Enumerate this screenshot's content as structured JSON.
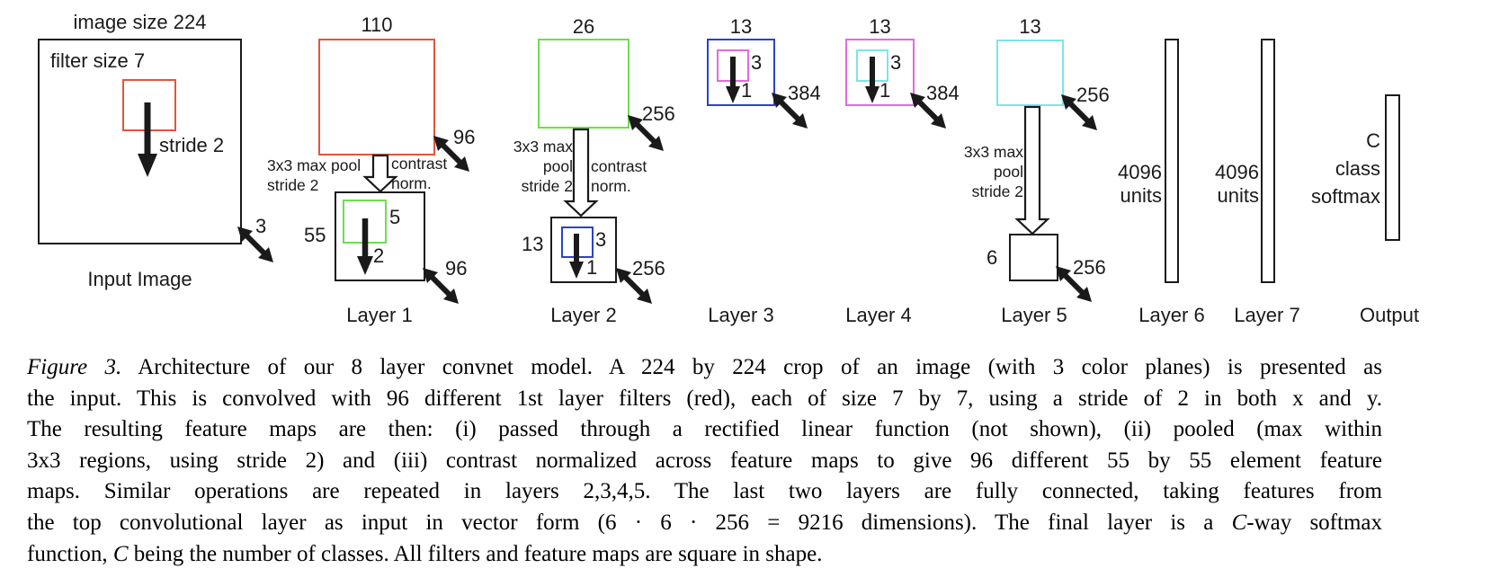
{
  "figure": {
    "input": {
      "size_label": "image size 224",
      "filter_label": "filter size 7",
      "stride_label": "stride 2",
      "depth": "3",
      "name": "Input Image"
    },
    "layer1": {
      "conv_size": "110",
      "conv_depth": "96",
      "pool_note_line1": "3x3 max pool",
      "pool_note_line2": "stride 2",
      "norm_note_line1": "contrast",
      "norm_note_line2": "norm.",
      "pool_size": "55",
      "filter_size": "5",
      "stride": "2",
      "pool_depth": "96",
      "label": "Layer 1"
    },
    "layer2": {
      "conv_size": "26",
      "conv_depth": "256",
      "pool_note_line1": "3x3 max",
      "pool_note_line2": "pool",
      "pool_note_line3": "stride 2",
      "norm_note_line1": "contrast",
      "norm_note_line2": "norm.",
      "pool_size": "13",
      "filter_size": "3",
      "stride": "1",
      "pool_depth": "256",
      "label": "Layer 2"
    },
    "layer3": {
      "size": "13",
      "filter_size": "3",
      "stride": "1",
      "depth": "384",
      "label": "Layer 3"
    },
    "layer4": {
      "size": "13",
      "filter_size": "3",
      "stride": "1",
      "depth": "384",
      "label": "Layer 4"
    },
    "layer5": {
      "conv_size": "13",
      "conv_depth": "256",
      "pool_note_line1": "3x3 max",
      "pool_note_line2": "pool",
      "pool_note_line3": "stride 2",
      "pool_size": "6",
      "pool_depth": "256",
      "label": "Layer 5"
    },
    "layer6": {
      "units_line1": "4096",
      "units_line2": "units",
      "label": "Layer 6"
    },
    "layer7": {
      "units_line1": "4096",
      "units_line2": "units",
      "label": "Layer 7"
    },
    "output": {
      "line1": "C",
      "line2": "class",
      "line3": "softmax",
      "label": "Output"
    },
    "colors": {
      "layer1_filter_red": "#e2553a",
      "layer2_filter_green": "#6edd4f",
      "layer3_filter_blue": "#2b43c8",
      "layer4_filter_magenta": "#e26ae2",
      "layer5_filter_cyan": "#7de4ec",
      "line_black": "#1a1a1a"
    }
  },
  "caption": {
    "l1a": "Figure 3.",
    "l1b": " Architecture of our 8 layer convnet model. A 224 by 224 crop of an image (with 3 color planes) is presented as",
    "l2": "the input. This is convolved with 96 different 1st layer filters (red), each of size 7 by 7, using a stride of 2 in both x and y.",
    "l3": "The resulting feature maps are then: (i) passed through a rectified linear function (not shown), (ii) pooled (max within",
    "l4": "3x3 regions, using stride 2) and (iii) contrast normalized across feature maps to give 96 different 55 by 55 element feature",
    "l5": "maps. Similar operations are repeated in layers 2,3,4,5. The last two layers are fully connected, taking features from",
    "l6a": "the top convolutional layer as input in vector form (6 · 6 · 256 = 9216 dimensions). The final layer is a ",
    "l6b": "C",
    "l6c": "-way softmax",
    "l7a": "function, ",
    "l7b": "C",
    "l7c": " being the number of classes. All filters and feature maps are square in shape."
  }
}
